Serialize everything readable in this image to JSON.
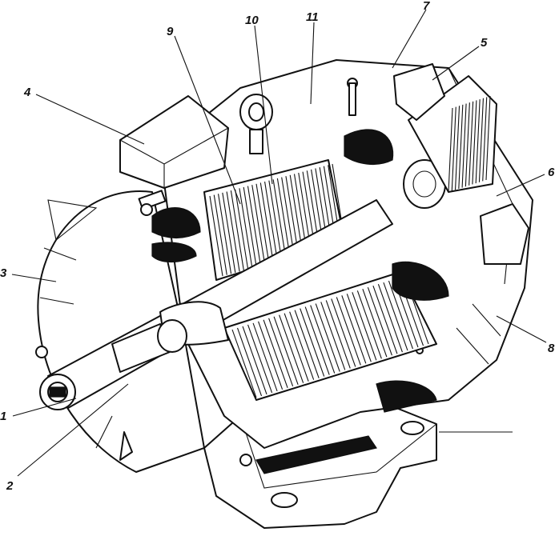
{
  "diagram": {
    "callouts": [
      {
        "id": "c1",
        "label": "1"
      },
      {
        "id": "c2",
        "label": "2"
      },
      {
        "id": "c3",
        "label": "3"
      },
      {
        "id": "c4",
        "label": "4"
      },
      {
        "id": "c5",
        "label": "5"
      },
      {
        "id": "c6",
        "label": "6"
      },
      {
        "id": "c7",
        "label": "7"
      },
      {
        "id": "c8",
        "label": "8"
      },
      {
        "id": "c9",
        "label": "9"
      },
      {
        "id": "c10",
        "label": "10"
      },
      {
        "id": "c11",
        "label": "11"
      }
    ],
    "colors": {
      "ink": "#111111",
      "paper": "#ffffff"
    }
  }
}
